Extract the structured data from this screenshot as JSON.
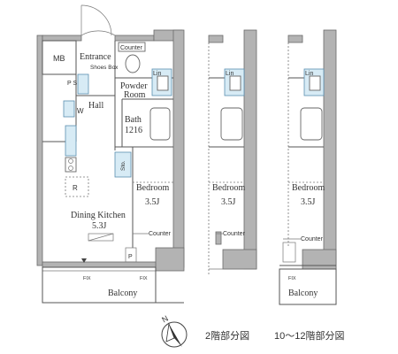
{
  "floorplan": {
    "rooms": {
      "mb": "MB",
      "entrance": "Entrance",
      "shoes_box": "Shoes Box",
      "counter_top": "Counter",
      "powder_room_line1": "Powder",
      "powder_room_line2": "Room",
      "ps": "P S",
      "w": "W",
      "hall": "Hall",
      "bath": "Bath",
      "bath_size": "1216",
      "sto": "Sto.",
      "r": "R",
      "lin": "Lin",
      "bedroom": "Bedroom",
      "bedroom_size": "3.5J",
      "dining_kitchen": "Dining Kitchen",
      "dining_kitchen_size": "5.3J",
      "counter": "Counter",
      "p": "P",
      "fix": "FIX",
      "balcony": "Balcony"
    },
    "alt_plans": {
      "plan2_lin": "Lin",
      "plan2_bedroom": "Bedroom",
      "plan2_size": "3.5J",
      "plan2_counter": "Counter",
      "plan3_lin": "Lin",
      "plan3_bedroom": "Bedroom",
      "plan3_size": "3.5J",
      "plan3_counter": "Counter",
      "plan3_fix": "FIX",
      "plan3_balcony": "Balcony"
    },
    "compass": "N",
    "captions": [
      "2階部分図",
      "10～12階部分図"
    ]
  }
}
